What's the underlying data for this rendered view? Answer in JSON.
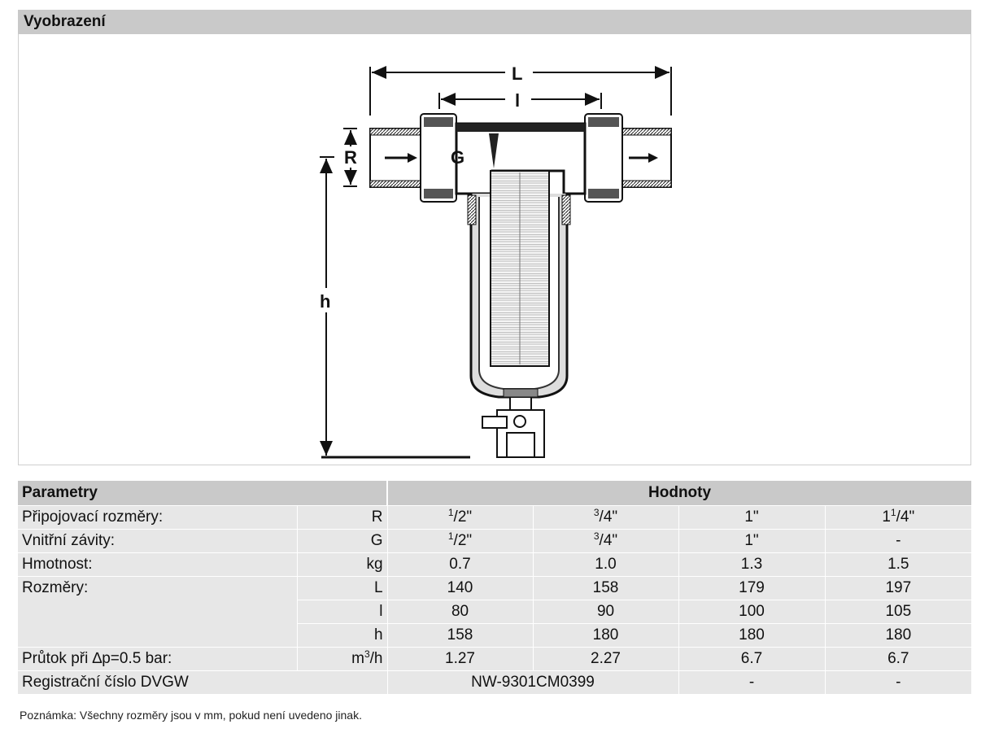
{
  "section": {
    "title": "Vyobrazení"
  },
  "drawing": {
    "dimension_labels": {
      "L": "L",
      "l": "l",
      "R": "R",
      "G": "G",
      "h": "h"
    }
  },
  "table": {
    "header": {
      "parameters": "Parametry",
      "values": "Hodnoty"
    },
    "rows": [
      {
        "label": "Připojovací rozměry:",
        "unit": "R",
        "values": [
          {
            "num": "1",
            "den": "2",
            "suffix": "\""
          },
          {
            "num": "3",
            "den": "4",
            "suffix": "\""
          },
          "1\"",
          {
            "whole": "1",
            "num": "1",
            "den": "4",
            "suffix": "\""
          }
        ]
      },
      {
        "label": "Vnitřní závity:",
        "unit": "G",
        "values": [
          {
            "num": "1",
            "den": "2",
            "suffix": "\""
          },
          {
            "num": "3",
            "den": "4",
            "suffix": "\""
          },
          "1\"",
          "-"
        ]
      },
      {
        "label": "Hmotnost:",
        "unit": "kg",
        "values": [
          "0.7",
          "1.0",
          "1.3",
          "1.5"
        ]
      },
      {
        "label": "Rozměry:",
        "unit": "L",
        "values": [
          "140",
          "158",
          "179",
          "197"
        ]
      },
      {
        "label": "",
        "unit": "l",
        "values": [
          "80",
          "90",
          "100",
          "105"
        ]
      },
      {
        "label": "",
        "unit": "h",
        "values": [
          "158",
          "180",
          "180",
          "180"
        ]
      },
      {
        "label": "Průtok při ∆p=0.5 bar:",
        "unit_base": "m",
        "unit_sup": "3",
        "unit_rest": "/h",
        "values": [
          "1.27",
          "2.27",
          "6.7",
          "6.7"
        ]
      },
      {
        "label": "Registrační číslo DVGW",
        "merged_value": "NW-9301CM0399",
        "values": [
          "-",
          "-"
        ]
      }
    ]
  },
  "note": "Poznámka: Všechny rozměry jsou v mm, pokud není uvedeno jinak."
}
